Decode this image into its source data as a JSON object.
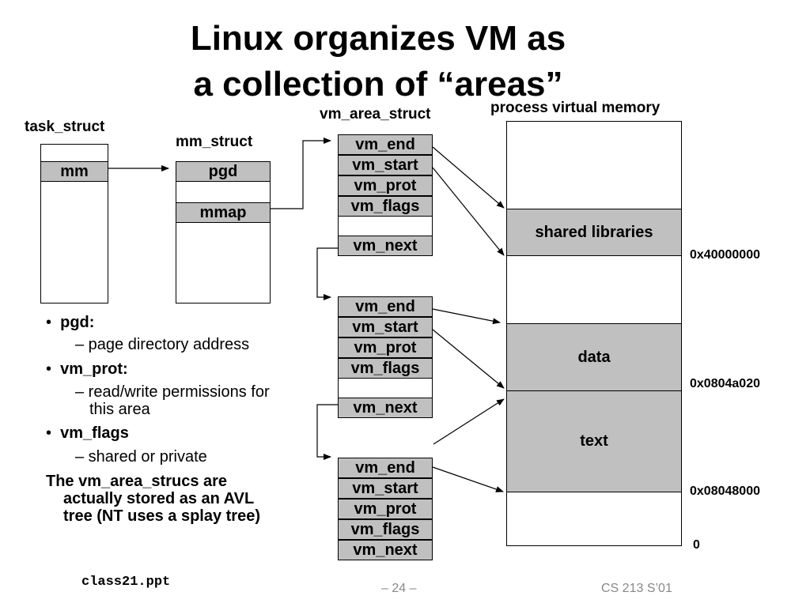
{
  "slide": {
    "title_line1": "Linux organizes VM as",
    "title_line2": "a collection of “areas”"
  },
  "labels": {
    "task_struct": "task_struct",
    "mm_struct": "mm_struct",
    "vm_area_struct": "vm_area_struct",
    "process_vm": "process virtual memory"
  },
  "task_struct": {
    "field": "mm"
  },
  "mm_struct": {
    "fields": [
      "pgd",
      "mmap"
    ]
  },
  "vm_area": {
    "fields": [
      "vm_end",
      "vm_start",
      "vm_prot",
      "vm_flags",
      "vm_next"
    ]
  },
  "memory": {
    "regions": [
      "shared libraries",
      "data",
      "text"
    ],
    "addresses": [
      "0x40000000",
      "0x0804a020",
      "0x08048000",
      "0"
    ]
  },
  "notes": {
    "bullets": [
      {
        "term": "pgd:",
        "desc": "– page directory address"
      },
      {
        "term": "vm_prot:",
        "desc_line1": "– read/write permissions for",
        "desc_line2": "this area"
      },
      {
        "term": "vm_flags",
        "desc": "– shared or private"
      }
    ],
    "closing_line1": "The vm_area_strucs are",
    "closing_line2": "actually stored as an AVL",
    "closing_line3": "tree (NT uses a splay tree)"
  },
  "footer": {
    "file": "class21.ppt",
    "page": "– 24 –",
    "course": "CS 213 S’01"
  }
}
